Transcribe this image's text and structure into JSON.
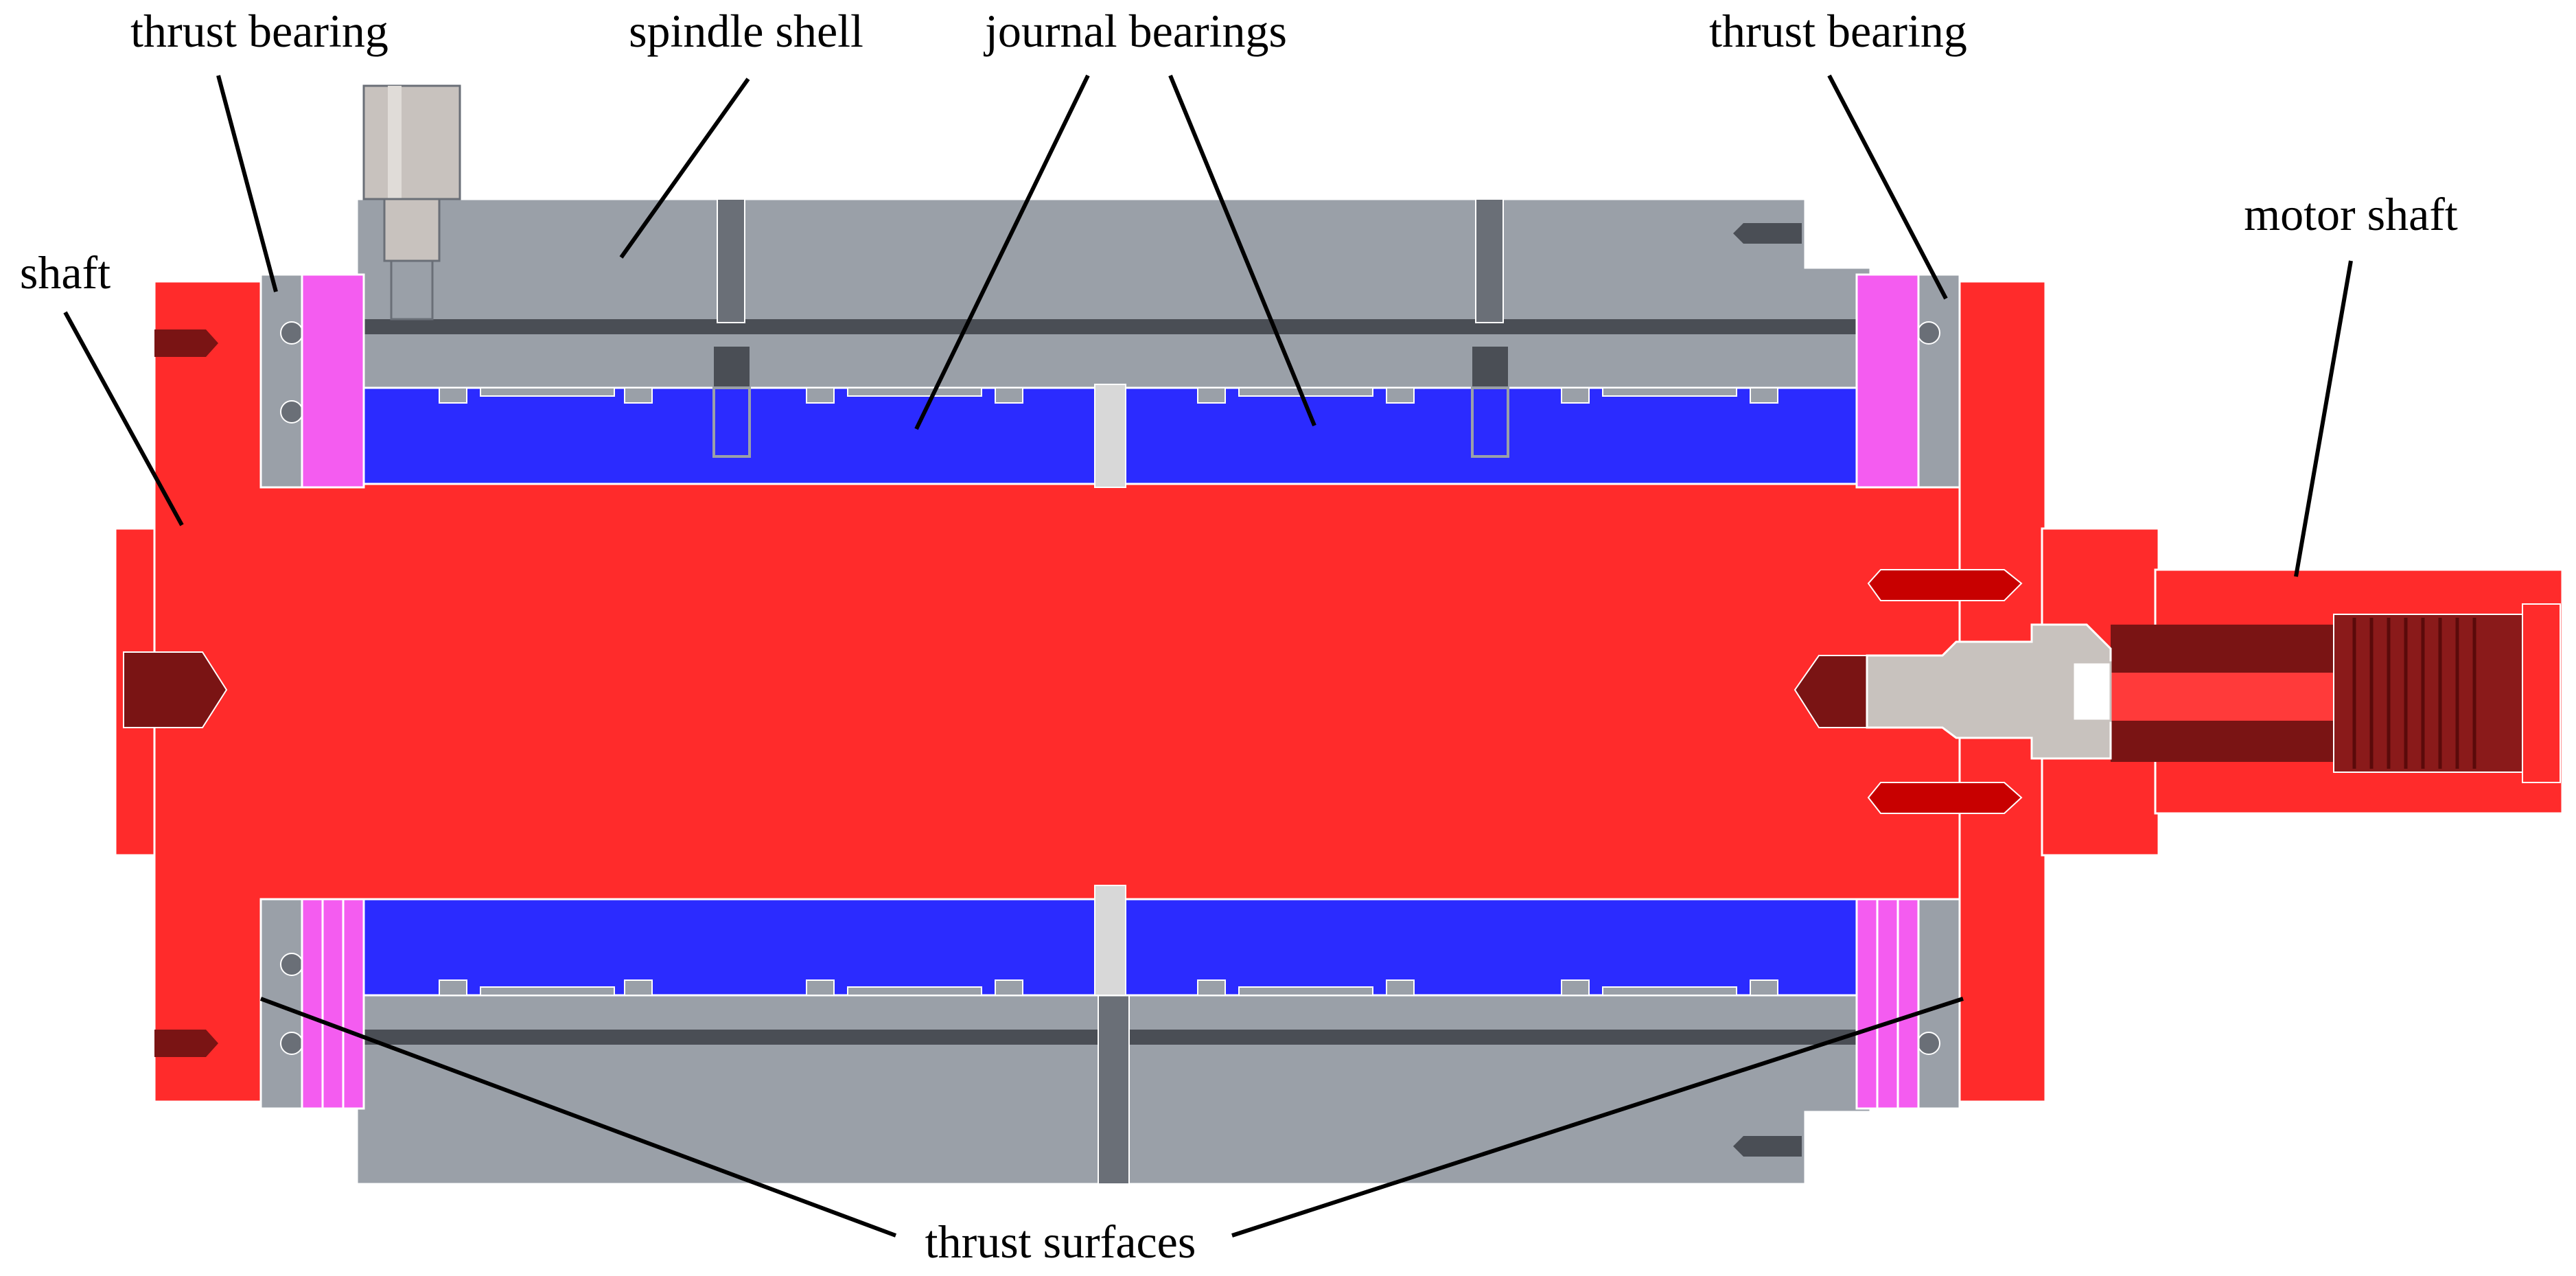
{
  "labels": {
    "thrust_bearing_left": "thrust bearing",
    "spindle_shell": "spindle shell",
    "journal_bearings": "journal bearings",
    "thrust_bearing_right": "thrust bearing",
    "shaft": "shaft",
    "motor_shaft": "motor shaft",
    "thrust_surfaces": "thrust surfaces"
  },
  "colors": {
    "shaft": "#ff2b2b",
    "shaft_dark": "#7a1414",
    "shell": "#9aa0a8",
    "shell_dark": "#4a4e55",
    "journal": "#2b2bff",
    "thrust": "#f45cf0",
    "insert": "#c8c2be",
    "leader": "#000000"
  }
}
